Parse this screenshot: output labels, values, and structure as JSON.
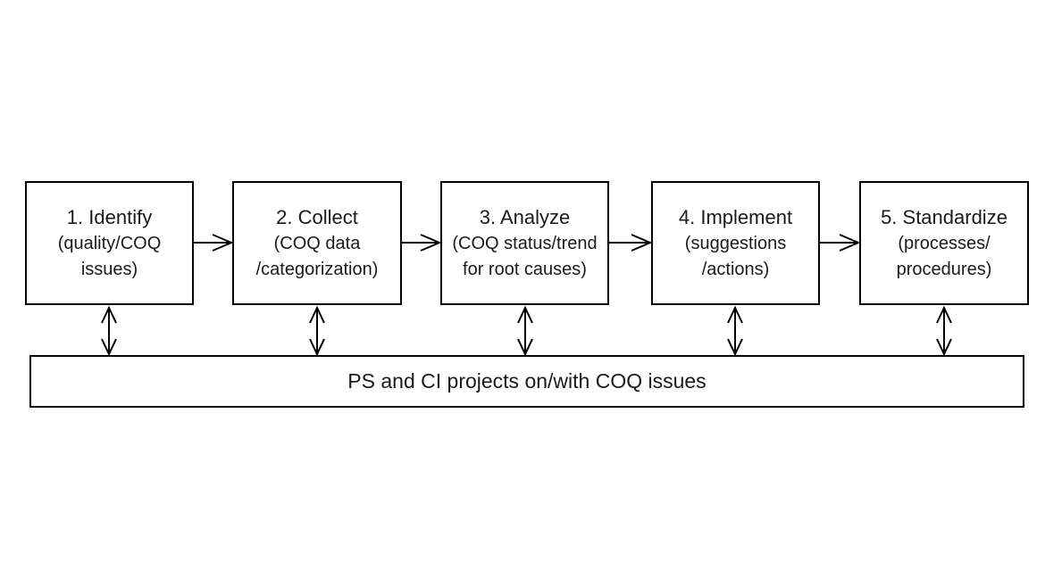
{
  "diagram": {
    "boxes": [
      {
        "title": "1. Identify",
        "line1": "(quality/COQ",
        "line2": "issues)"
      },
      {
        "title": "2. Collect",
        "line1": "(COQ data",
        "line2": "/categorization)"
      },
      {
        "title": "3. Analyze",
        "line1": "(COQ status/trend",
        "line2": "for root causes)"
      },
      {
        "title": "4. Implement",
        "line1": "(suggestions",
        "line2": "/actions)"
      },
      {
        "title": "5. Standardize",
        "line1": "(processes/",
        "line2": "procedures)"
      }
    ],
    "bottom_bar": {
      "label": "PS and CI projects on/with COQ issues"
    },
    "colors": {
      "border": "#000000",
      "text": "#1a1a1a",
      "background": "#ffffff"
    }
  }
}
